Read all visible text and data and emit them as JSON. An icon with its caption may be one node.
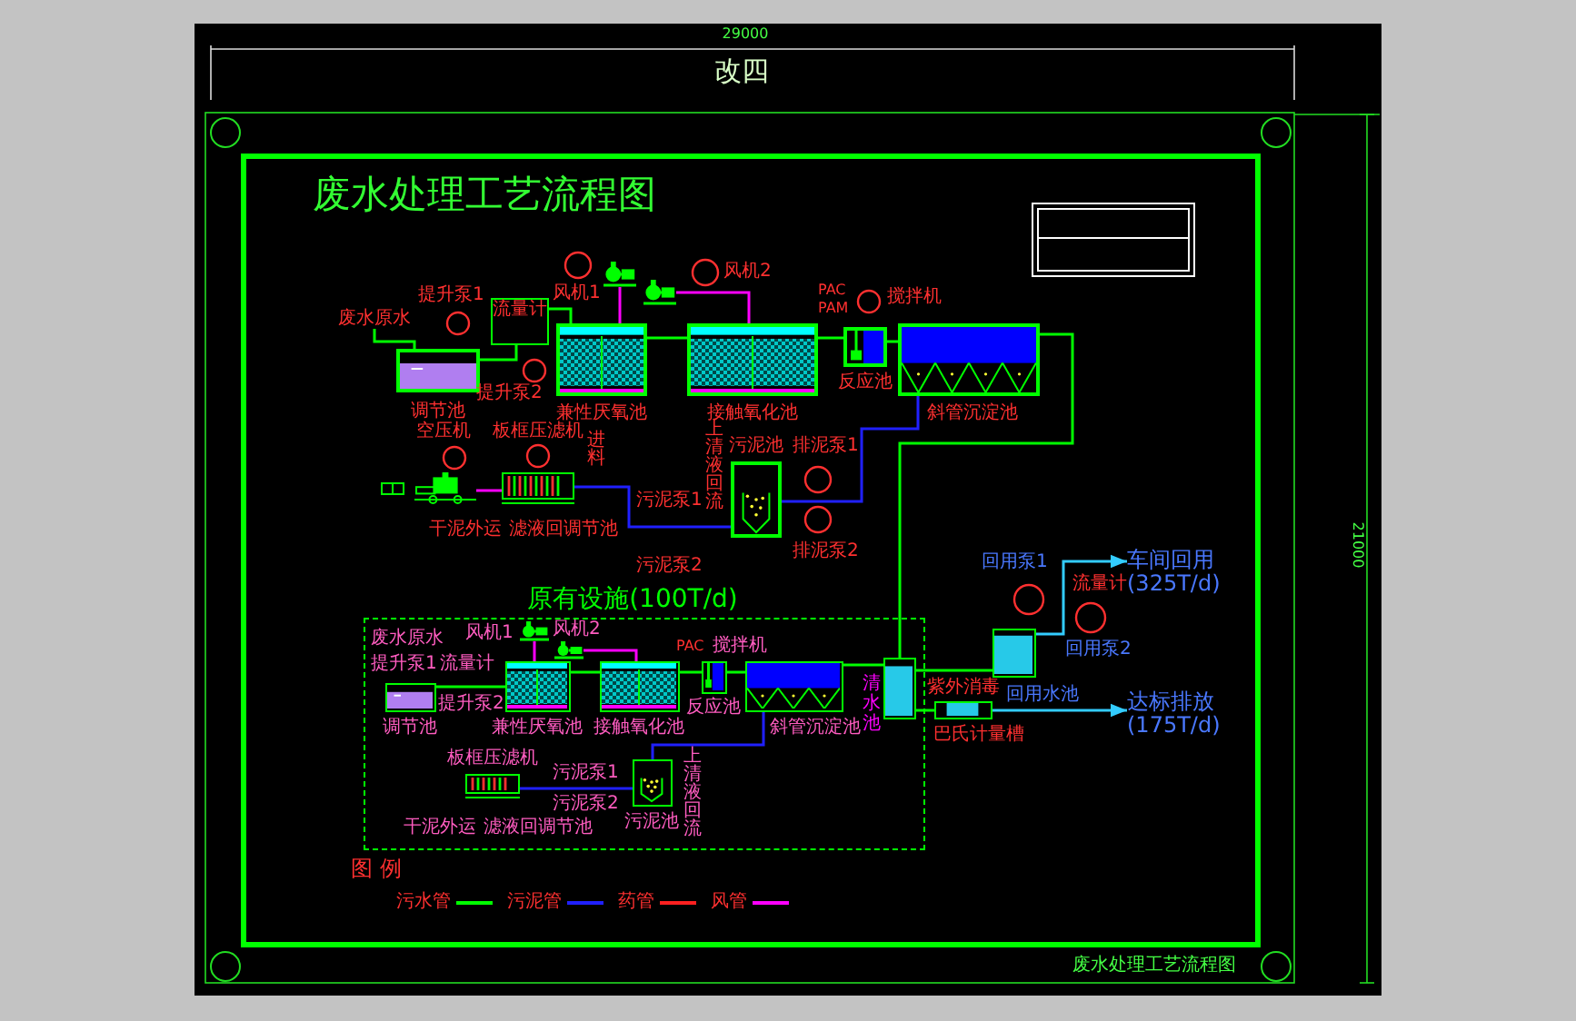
{
  "diagram": {
    "title": "废水处理工艺流程图",
    "nodes": [
      {
        "text": [
          "废水原水"
        ]
      },
      {
        "text": [
          "调节池"
        ]
      },
      {
        "text": [
          "流量计"
        ]
      },
      {
        "text": [],
        "shape": "picture"
      },
      {
        "text": [],
        "shape": "picture"
      },
      {
        "text": [
          "兼性厌氧池"
        ]
      },
      {
        "text": [
          "接触氧化池"
        ]
      },
      {
        "text": [
          "反应池"
        ]
      },
      {
        "text": [
          "斜管沉淀池"
        ]
      },
      {
        "text": [
          "空压机"
        ]
      },
      {
        "text": [
          "板框压滤机"
        ]
      },
      {
        "text": [
          "污泥池"
        ]
      },
      {
        "text": [
          "原有设施(100T/d)"
        ]
      },
      {
        "text": [
          "调节池"
        ],
        "in": 12
      },
      {
        "text": [],
        "shape": "picture",
        "in": 12
      },
      {
        "text": [],
        "shape": "picture",
        "in": 12
      },
      {
        "text": [
          "兼性厌氧池"
        ],
        "in": 12
      },
      {
        "text": [
          "接触氧化池"
        ],
        "in": 12
      },
      {
        "text": [
          "反应池"
        ],
        "in": 12
      },
      {
        "text": [
          "斜管沉淀池"
        ],
        "in": 12
      },
      {
        "text": [
          "清水池"
        ],
        "in": 12
      },
      {
        "text": [
          "板框压滤机"
        ],
        "in": 12
      },
      {
        "text": [
          "污泥池"
        ],
        "in": 12
      },
      {
        "text": [
          "回用水池"
        ]
      },
      {
        "text": [
          "巴氏计量槽"
        ]
      },
      {
        "text": [
          "车间回用",
          "(325T/d)"
        ]
      },
      {
        "text": [
          "达标排放",
          "(175T/d)"
        ]
      }
    ],
    "edges": [
      {
        "from": 0,
        "to": 1,
        "arrow": "none"
      },
      {
        "from": 1,
        "to": 2,
        "arrow": "none"
      },
      {
        "from": 2,
        "to": 5,
        "arrow": "none"
      },
      {
        "from": 5,
        "to": 6,
        "arrow": "none"
      },
      {
        "from": 6,
        "to": 7,
        "arrow": "none"
      },
      {
        "from": 7,
        "to": 8,
        "arrow": "none"
      },
      {
        "from": 3,
        "to": 5,
        "arrow": "none",
        "color": "#ff00ff"
      },
      {
        "from": 4,
        "to": 6,
        "arrow": "none",
        "color": "#ff00ff"
      },
      {
        "from": 8,
        "to": 20,
        "arrow": "none"
      },
      {
        "from": 8,
        "to": 11,
        "arrow": "none",
        "color": "#2020ff"
      },
      {
        "from": 11,
        "to": 10,
        "arrow": "none",
        "color": "#2020ff"
      },
      {
        "from": 9,
        "to": 10,
        "arrow": "none",
        "color": "#ff00ff"
      },
      {
        "from": 13,
        "to": 16,
        "arrow": "none"
      },
      {
        "from": 16,
        "to": 17,
        "arrow": "none"
      },
      {
        "from": 17,
        "to": 18,
        "arrow": "none"
      },
      {
        "from": 18,
        "to": 19,
        "arrow": "none"
      },
      {
        "from": 19,
        "to": 20,
        "arrow": "none"
      },
      {
        "from": 14,
        "to": 16,
        "arrow": "none",
        "color": "#ff00ff"
      },
      {
        "from": 15,
        "to": 17,
        "arrow": "none",
        "color": "#ff00ff"
      },
      {
        "from": 19,
        "to": 22,
        "arrow": "none",
        "color": "#2020ff"
      },
      {
        "from": 22,
        "to": 21,
        "arrow": "none",
        "color": "#2020ff"
      },
      {
        "from": 20,
        "to": 23,
        "arrow": "none"
      },
      {
        "from": 20,
        "to": 24,
        "arrow": "none"
      },
      {
        "from": 23,
        "to": 25,
        "arrow": "to",
        "color": "#33ccff"
      },
      {
        "from": 24,
        "to": 26,
        "arrow": "to",
        "color": "#33ccff"
      }
    ],
    "labels": [
      "29000",
      "改四",
      "21000",
      "提升泵1",
      "风机1",
      "风机2",
      "PAC",
      "PAM",
      "搅拌机",
      "提升泵2",
      "进料",
      "上清液回流",
      "排泥泵1",
      "污泥泵1",
      "干泥外运",
      "滤液回调节池",
      "污泥泵2",
      "排泥泵2",
      "回用泵1",
      "流量计",
      "废水原水",
      "风机1",
      "风机2",
      "PAC",
      "搅拌机",
      "回用泵2",
      "提升泵1",
      "流量计",
      "提升泵2",
      "紫外消毒",
      "污泥泵1",
      "上清液回流",
      "污泥泵2",
      "干泥外运",
      "滤液回调节池",
      "图 例",
      "废水处理工艺流程图"
    ],
    "legend": [
      {
        "text": "污水管"
      },
      {
        "text": "污泥管"
      },
      {
        "text": "药管"
      },
      {
        "text": "风管"
      }
    ]
  }
}
